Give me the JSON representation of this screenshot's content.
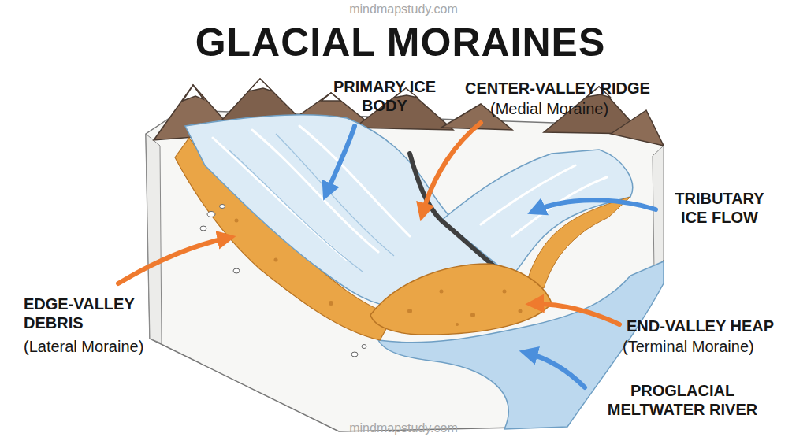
{
  "diagram": {
    "title": "GLACIAL MORAINES",
    "labels": [
      "mindmapstudy.com",
      "PRIMARY ICE BODY",
      "CENTER-VALLEY RIDGE",
      "(Medial Moraine)",
      "TRIBUTARY ICE FLOW",
      "EDGE-VALLEY DEBRIS",
      "(Lateral Moraine)",
      "END-VALLEY HEAP",
      "(Terminal Moraine)",
      "PROGLACIAL MELTWATER RIVER",
      "mindmapstudy.com"
    ]
  }
}
